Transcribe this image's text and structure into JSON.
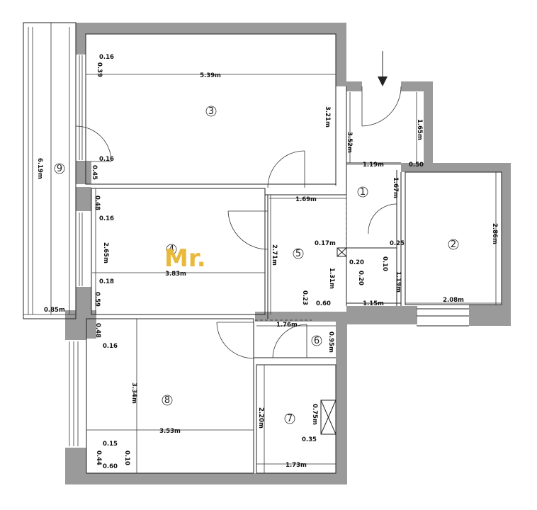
{
  "watermark": "Mr.",
  "rooms": [
    {
      "id": "3",
      "label": "3"
    },
    {
      "id": "4",
      "label": "4"
    },
    {
      "id": "5",
      "label": "5"
    },
    {
      "id": "1",
      "label": "1"
    },
    {
      "id": "2",
      "label": "2"
    },
    {
      "id": "6",
      "label": "6"
    },
    {
      "id": "7",
      "label": "7"
    },
    {
      "id": "8",
      "label": "8"
    },
    {
      "id": "9",
      "label": "9"
    }
  ],
  "dimensions": {
    "r3_width": "5.39m",
    "r3_height": "3.21m",
    "r3_top_a": "0.16",
    "r3_top_b": "0.39",
    "r3_bot_a": "0.16",
    "r3_bot_b": "0.45",
    "entry_v": "3.52m",
    "entry_right_v": "1.65m",
    "entry_w": "1.19m",
    "entry_w2": "0.50",
    "r2_door_v": "1.67m",
    "r2_height": "2.86m",
    "r2_width": "2.08m",
    "hall_w": "1.69m",
    "r4_top_a": "0.48",
    "r4_top_b": "0.16",
    "r4_height": "2.65m",
    "r4_width": "3.83m",
    "r4_bot_a": "0.18",
    "r4_bot_b": "0.59",
    "r5_height": "2.71m",
    "r5_a": "0.17m",
    "r5_b": "0.20",
    "r5_c": "0.20",
    "r5_v": "1.31m",
    "r1_a": "0.25",
    "r1_b": "0.10",
    "r1_v": "1.19m",
    "r1_w": "1.15m",
    "r5_bot_a": "0.23",
    "r5_bot_b": "0.60",
    "balcony_v": "6.19m",
    "balcony_w": "0.85m",
    "r6_w": "1.76m",
    "r6_v": "0.95m",
    "r8_top_a": "0.48",
    "r8_top_b": "0.16",
    "r8_height": "3.34m",
    "r8_width": "3.53m",
    "r8_bot_a": "0.15",
    "r8_bot_b": "0.44",
    "r8_bot_c": "0.10",
    "r8_bot_d": "0.60",
    "r7_height": "2.20m",
    "r7_shaft_v": "0.75m",
    "r7_shaft_w": "0.35",
    "r7_width": "1.73m"
  }
}
